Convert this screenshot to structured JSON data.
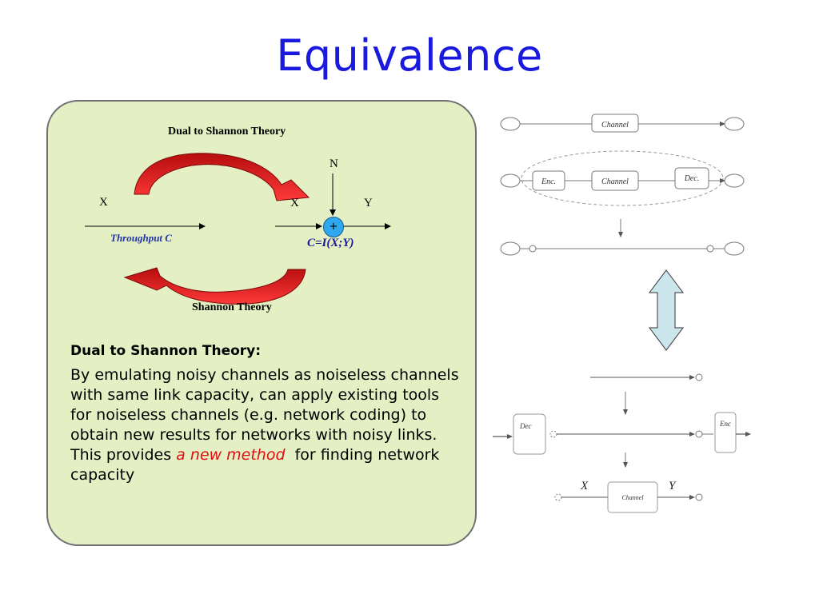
{
  "title": "Equivalence",
  "left_diagram": {
    "top_label": "Dual to Shannon Theory",
    "bottom_label": "Shannon Theory",
    "x_left": "X",
    "x_right": "X",
    "y": "Y",
    "n": "N",
    "plus": "+",
    "throughput": "Throughput C",
    "capacity": "C=I(X;Y)"
  },
  "description": {
    "heading": "Dual to Shannon Theory:",
    "body_before": "By emulating noisy channels as noiseless channels with same link capacity, can apply existing tools for noiseless channels (e.g. network coding) to obtain new results for networks with noisy links. This provides ",
    "highlight": "a new method",
    "body_after": "  for finding network capacity"
  },
  "right_diagram": {
    "channel": "Channel",
    "enc": "Enc.",
    "dec": "Dec.",
    "dec2": "Dec",
    "enc2": "Enc",
    "channel_small": "Channel",
    "x": "X",
    "y": "Y"
  },
  "colors": {
    "title": "#1a1adf",
    "panel": "#e4efc3",
    "arrow_red": "#d81818",
    "double_arrow": "#cce6ee",
    "highlight": "#e01010"
  }
}
